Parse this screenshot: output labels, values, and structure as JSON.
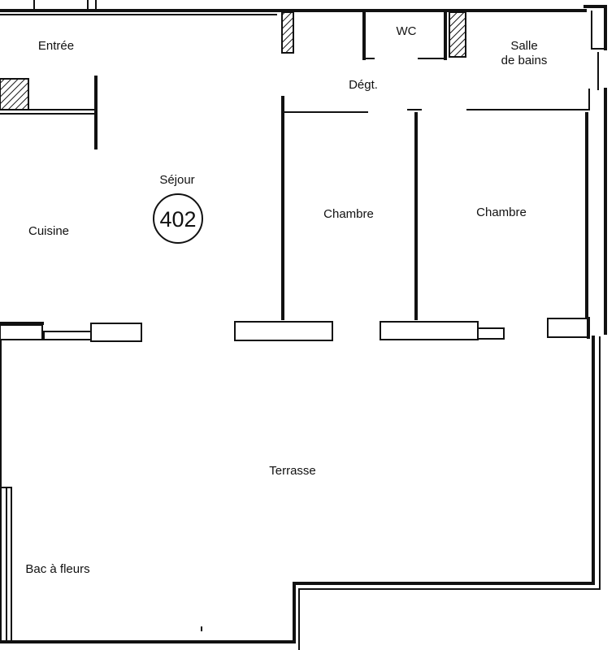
{
  "plan": {
    "unit_number": "402",
    "rooms": {
      "entree": "Entrée",
      "wc": "WC",
      "salle_de_bains_line1": "Salle",
      "salle_de_bains_line2": "de bains",
      "degt": "Dégt.",
      "sejour": "Séjour",
      "cuisine": "Cuisine",
      "chambre_1": "Chambre",
      "chambre_2": "Chambre",
      "terrasse": "Terrasse",
      "bac_a_fleurs": "Bac à fleurs"
    }
  }
}
